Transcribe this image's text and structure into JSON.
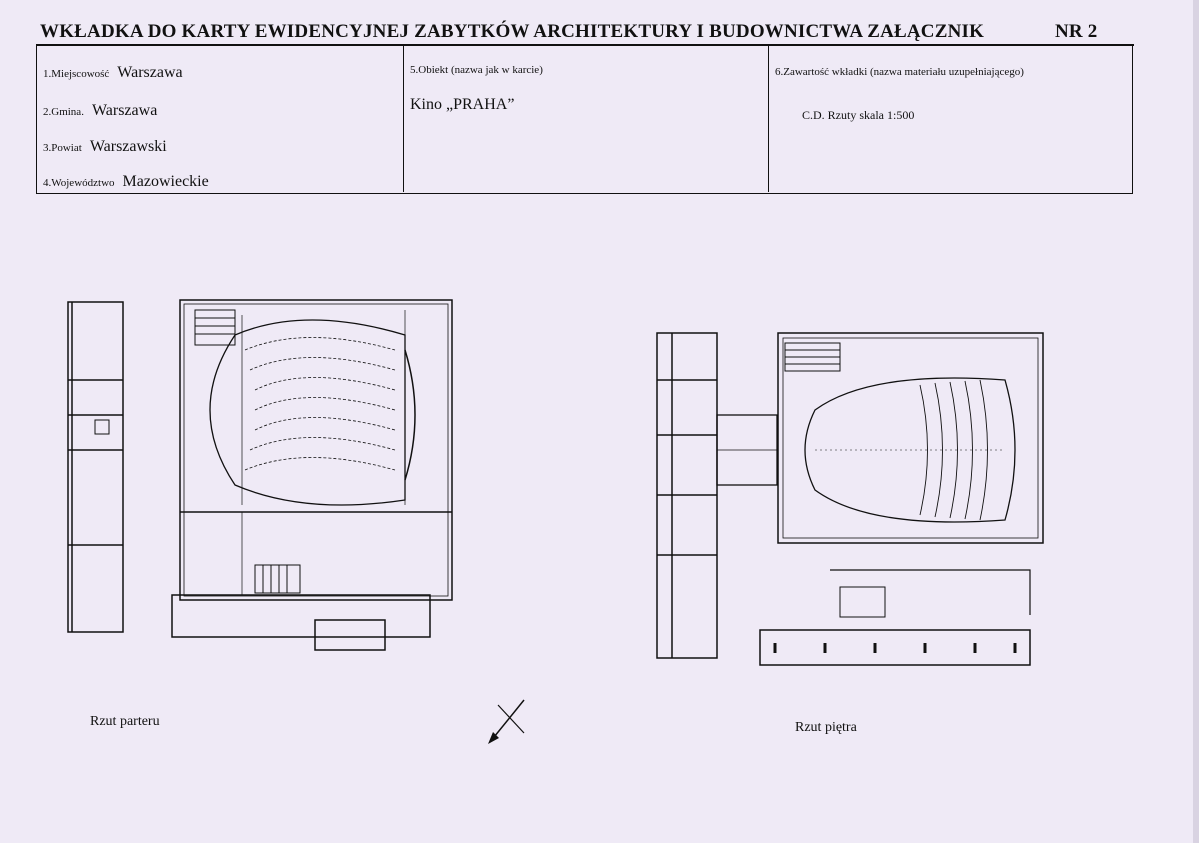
{
  "header": {
    "title": "WKŁADKA DO KARTY EWIDENCYJNEJ ZABYTKÓW ARCHITEKTURY I BUDOWNICTWA ZAŁĄCZNIK",
    "number": "NR 2"
  },
  "location": {
    "miejscowosc_label": "1.Miejscowość",
    "miejscowosc_value": "Warszawa",
    "gmina_label": "2.Gmina.",
    "gmina_value": "Warszawa",
    "powiat_label": "3.Powiat",
    "powiat_value": "Warszawski",
    "wojewodztwo_label": "4.Województwo",
    "wojewodztwo_value": "Mazowieckie"
  },
  "object": {
    "label": "5.Obiekt (nazwa jak w karcie)",
    "value": "Kino „PRAHA”"
  },
  "contents": {
    "label": "6.Zawartość wkładki (nazwa materiału uzupełniającego)",
    "value": "C.D. Rzuty  skala 1:500"
  },
  "drawings": {
    "ground_floor_caption": "Rzut  parteru",
    "first_floor_caption": "Rzut piętra"
  },
  "colors": {
    "paper": "#efeaf6",
    "ink": "#111111"
  }
}
